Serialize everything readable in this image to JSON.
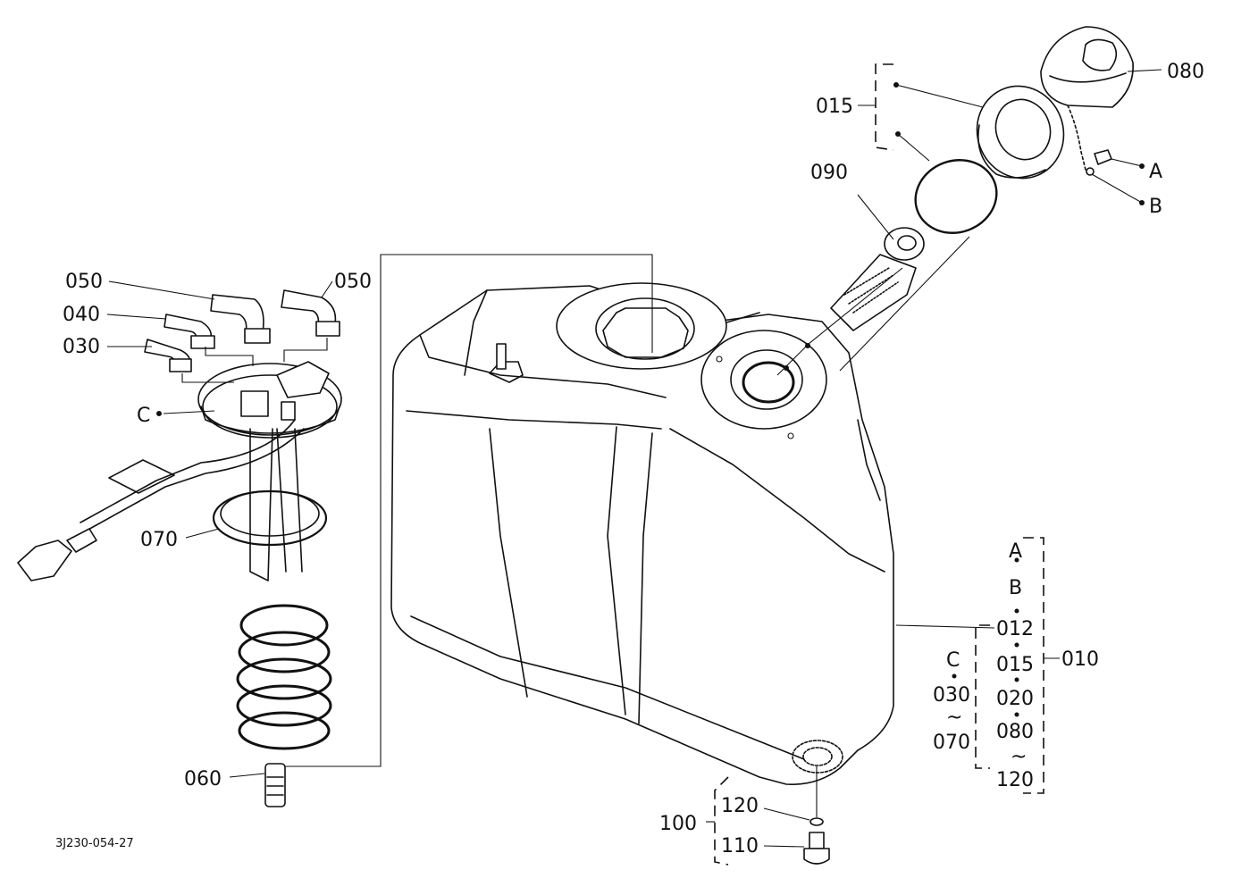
{
  "labels": {
    "p015_top": "015",
    "p080": "080",
    "pA": "A",
    "pB": "B",
    "p090": "090",
    "p050_left": "050",
    "p050_right": "050",
    "p040": "040",
    "p030": "030",
    "pC": "C",
    "p070": "070",
    "p060": "060",
    "p100": "100",
    "p120": "120",
    "p110": "110"
  },
  "kit_010": {
    "main": "010",
    "col_right": [
      "A",
      "B",
      "012",
      "015",
      "020",
      "080",
      "~",
      "120"
    ],
    "col_left": [
      "C",
      "030",
      "~",
      "070"
    ]
  },
  "drawing_code": "3J230-054-27"
}
